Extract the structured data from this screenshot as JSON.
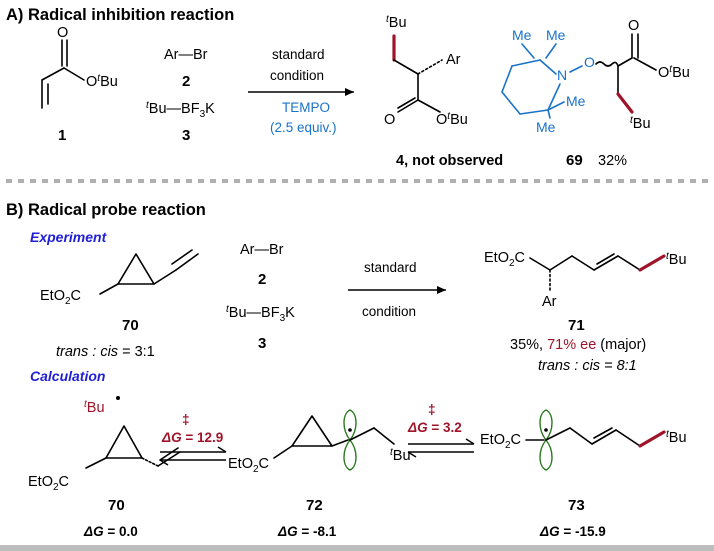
{
  "section_a": {
    "title": "A) Radical inhibition reaction",
    "aryl_bromide": "Ar—Br",
    "aryl_bromide_num": "2",
    "borate_num": "3",
    "substrate_num": "1",
    "condition_line1": "standard",
    "condition_line2": "condition",
    "tempo_line1": "TEMPO",
    "tempo_line2": "(2.5 equiv.)",
    "product_label": "4, not observed",
    "adduct_num": "69",
    "adduct_yield": "32%",
    "tempo_me": "Me",
    "tempo_n": "N",
    "tempo_o": "O"
  },
  "section_b": {
    "title": "B) Radical probe reaction",
    "experiment_label": "Experiment",
    "calculation_label": "Calculation",
    "probe_num": "70",
    "probe_ratio_prefix": "trans : cis",
    "probe_ratio_value": " = 3:1",
    "aryl_bromide_num": "2",
    "borate_num": "3",
    "condition_line1": "standard",
    "condition_line2": "condition",
    "product_num": "71",
    "product_yield": "35%, ",
    "product_ee": "71% ee",
    "product_major": " (major)",
    "product_ratio": "trans : cis = 8:1",
    "ts1_value": " = 12.9",
    "ts2_value": " = 3.2",
    "ts_symbol": "‡",
    "ts_delta": "ΔG",
    "calc_num_70": "70",
    "calc_num_72": "72",
    "calc_num_73": "73",
    "dg_70": " = 0.0",
    "dg_72": " = -8.1",
    "dg_73": " = -15.9",
    "dg_label": "ΔG"
  },
  "colors": {
    "header_blue": "#1f1fd6",
    "tempo_blue": "#1a73c8",
    "dark_red": "#a0142a",
    "orbital_green": "#2a7a1e"
  }
}
